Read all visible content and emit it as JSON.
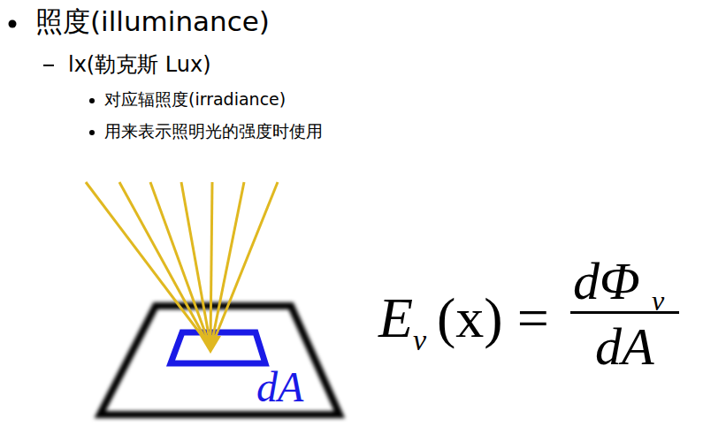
{
  "diagram": {
    "labels": [
      "照度(illuminance)",
      "lx(勒克斯 Lux)",
      "对应辐照度(irradiance)",
      "用来表示照明光的强度时使用",
      "dA",
      "E",
      "v",
      "(x) =",
      "dΦ",
      "v",
      "dA"
    ]
  }
}
